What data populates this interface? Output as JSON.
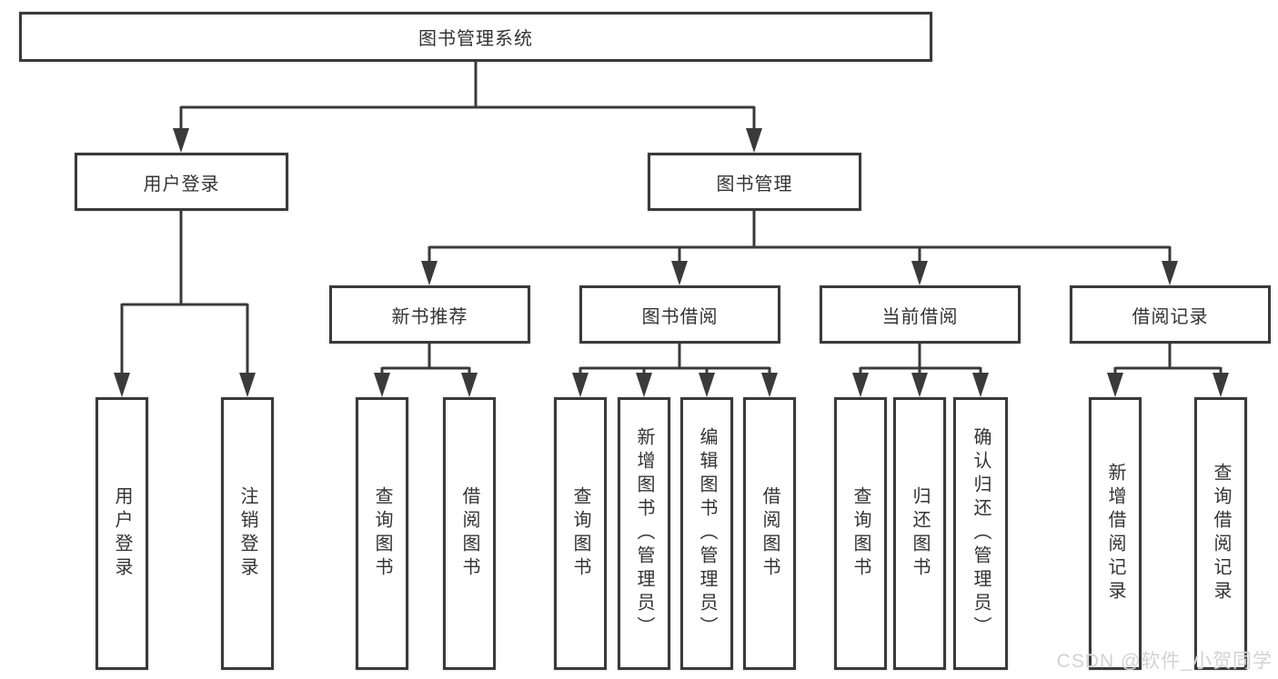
{
  "diagram": {
    "root": {
      "label": "图书管理系统"
    },
    "level1": {
      "user_login": {
        "label": "用户登录"
      },
      "book_management": {
        "label": "图书管理"
      }
    },
    "level2": {
      "new_book_recommend": {
        "label": "新书推荐"
      },
      "book_borrow": {
        "label": "图书借阅"
      },
      "current_borrow": {
        "label": "当前借阅"
      },
      "borrow_records": {
        "label": "借阅记录"
      }
    },
    "leaves": {
      "login": {
        "label": "用户登录"
      },
      "logout": {
        "label": "注销登录"
      },
      "recommend_query_books": {
        "label": "查询图书"
      },
      "recommend_borrow_books": {
        "label": "借阅图书"
      },
      "borrow_query_books": {
        "label": "查询图书"
      },
      "borrow_add_books": {
        "label": "新增图书（管理员）"
      },
      "borrow_edit_books": {
        "label": "编辑图书（管理员）"
      },
      "borrow_borrow_books": {
        "label": "借阅图书"
      },
      "current_query_books": {
        "label": "查询图书"
      },
      "current_return_books": {
        "label": "归还图书"
      },
      "current_confirm_return": {
        "label": "确认归还（管理员）"
      },
      "records_add_record": {
        "label": "新增借阅记录"
      },
      "records_query_record": {
        "label": "查询借阅记录"
      }
    }
  },
  "watermark": {
    "text": "CSDN @软件_小贺同学"
  }
}
